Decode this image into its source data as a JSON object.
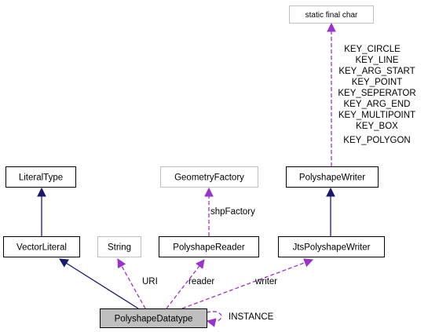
{
  "nodes": {
    "static_final_char": "static final char",
    "literal_type": "LiteralType",
    "geometry_factory": "GeometryFactory",
    "polyshape_writer": "PolyshapeWriter",
    "vector_literal": "VectorLiteral",
    "string": "String",
    "polyshape_reader": "PolyshapeReader",
    "jts_polyshape_writer": "JtsPolyshapeWriter",
    "polyshape_datatype": "PolyshapeDatatype"
  },
  "edge_labels": {
    "keys": [
      "KEY_CIRCLE",
      "KEY_LINE",
      "KEY_ARG_START",
      "KEY_POINT",
      "KEY_SEPERATOR",
      "KEY_ARG_END",
      "KEY_MULTIPOINT",
      "KEY_BOX",
      "KEY_POLYGON"
    ],
    "shp_factory": "shpFactory",
    "uri": "URI",
    "reader": "reader",
    "writer": "writer",
    "instance": "INSTANCE"
  },
  "colors": {
    "inheritance_edge": "#191970",
    "usage_edge": "#9a32cd",
    "focus_fill": "#bfbfbf",
    "external_border": "#bfbfbf"
  }
}
